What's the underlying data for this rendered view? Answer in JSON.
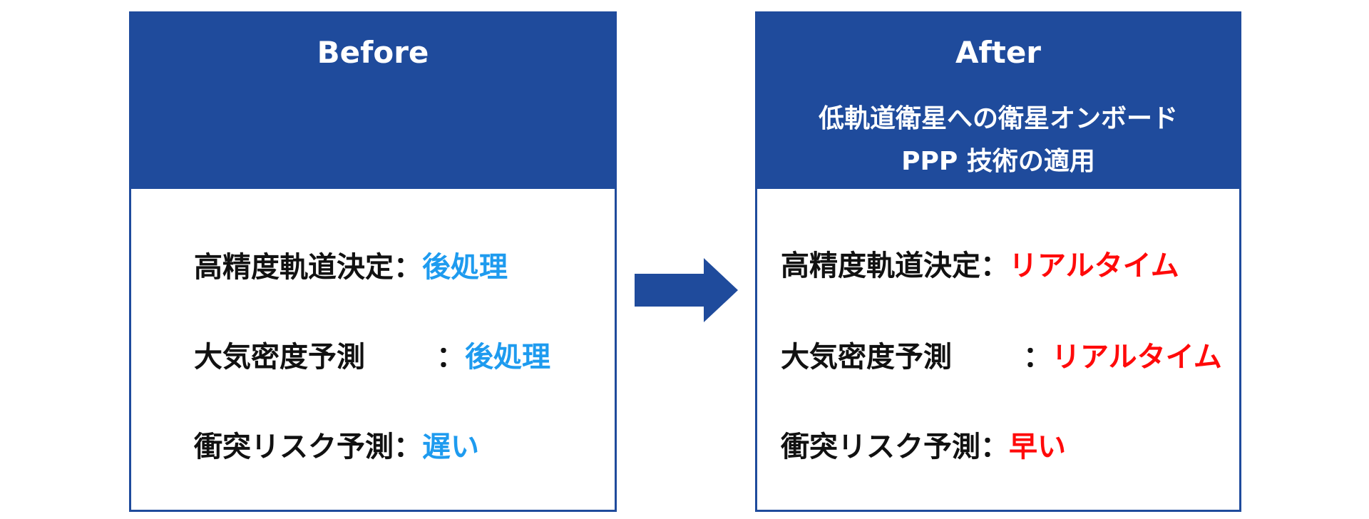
{
  "before": {
    "title": "Before",
    "rows": [
      {
        "label": "高精度軌道決定",
        "colon": "：",
        "value": "後処理"
      },
      {
        "label": "大気密度予測",
        "colon": "：",
        "value": "後処理"
      },
      {
        "label": "衝突リスク予測",
        "colon": "：",
        "value": "遅い"
      }
    ]
  },
  "after": {
    "title": "After",
    "subtitle_line1": "低軌道衛星への衛星オンボード",
    "subtitle_line2": "PPP 技術の適用",
    "rows": [
      {
        "label": "高精度軌道決定",
        "colon": "：",
        "value": "リアルタイム"
      },
      {
        "label": "大気密度予測",
        "colon": "：",
        "value": "リアルタイム"
      },
      {
        "label": "衝突リスク予測",
        "colon": "：",
        "value": "早い"
      }
    ]
  },
  "colors": {
    "header_blue": "#1f4b9c",
    "before_value": "#1e9bef",
    "after_value": "#ff0a0a"
  },
  "icons": {
    "transition": "right-arrow-icon"
  }
}
